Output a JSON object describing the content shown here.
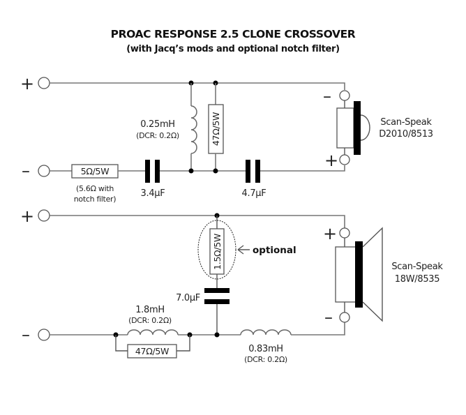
{
  "title": "PROAC RESPONSE 2.5 CLONE CROSSOVER",
  "subtitle": "(with Jacq’s mods and optional notch filter)",
  "tweeter_section": {
    "input_terminals": {
      "positive": "+",
      "negative": "–"
    },
    "series_resistor": {
      "value": "5Ω/5W",
      "note_line1": "(5.6Ω with",
      "note_line2": "notch filter)"
    },
    "capacitor_1": {
      "value": "3.4µF"
    },
    "shunt_inductor": {
      "value": "0.25mH",
      "dcr": "(DCR: 0.2Ω)"
    },
    "shunt_resistor": {
      "value": "47Ω/5W"
    },
    "capacitor_2": {
      "value": "4.7µF"
    },
    "driver": {
      "brand": "Scan-Speak",
      "model": "D2010/8513",
      "terminal_top": "–",
      "terminal_bottom": "+"
    }
  },
  "woofer_section": {
    "input_terminals": {
      "positive": "+",
      "negative": "–"
    },
    "notch_resistor": {
      "value": "1.5Ω/5W",
      "annotation": "optional"
    },
    "notch_capacitor": {
      "value": "7.0µF"
    },
    "series_inductor_1": {
      "value": "1.8mH",
      "dcr": "(DCR: 0.2Ω)"
    },
    "parallel_resistor": {
      "value": "47Ω/5W"
    },
    "series_inductor_2": {
      "value": "0.83mH",
      "dcr": "(DCR: 0.2Ω)"
    },
    "driver": {
      "brand": "Scan-Speak",
      "model": "18W/8535",
      "terminal_top": "+",
      "terminal_bottom": "–"
    }
  }
}
